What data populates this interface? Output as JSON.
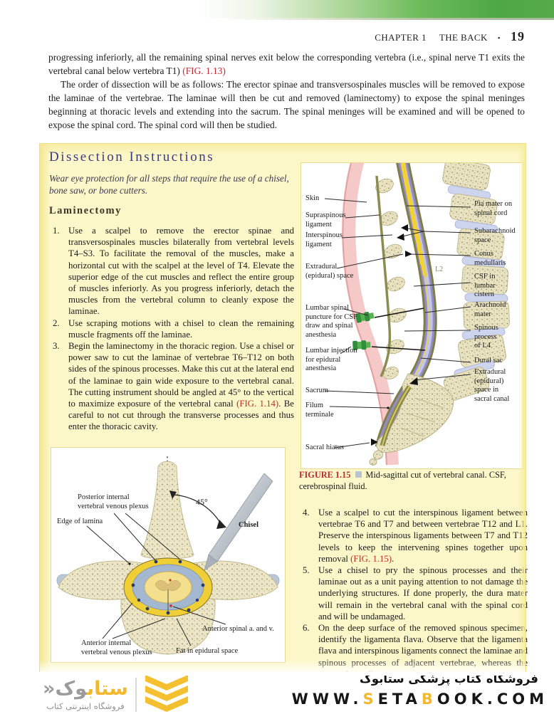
{
  "header": {
    "chapter": "CHAPTER 1",
    "title": "THE BACK",
    "bullet": "•",
    "page": "19"
  },
  "intro": {
    "p1": "progressing inferiorly, all the remaining spinal nerves exit below the corresponding vertebra (i.e., spinal nerve T1 exits the vertebral canal below vertebra T1) ",
    "p1_fig": "(FIG. 1.13)",
    "p2": "The order of dissection will be as follows: The erector spinae and transversospinales muscles will be removed to expose the laminae of the vertebrae. The laminae will then be cut and removed (laminectomy) to expose the spinal meninges beginning at thoracic levels and extending into the sacrum. The spinal meninges will be examined and will be opened to expose the spinal cord. The spinal cord will then be studied."
  },
  "box": {
    "title": "Dissection Instructions",
    "warning": "Wear eye protection for all steps that require the use of a chisel, bone saw, or bone cutters.",
    "section": "Laminectomy",
    "steps_left": [
      {
        "num": "1.",
        "pre": "Use a scalpel to remove the erector spinae and transversospinales muscles bilaterally from vertebral levels T4–S3. To facilitate the removal of the muscles, make a horizontal cut with the scalpel at the level of T4. Elevate the superior edge of the cut muscles and reflect the entire group of muscles inferiorly. As you progress inferiorly, detach the muscles from the vertebral column to cleanly expose the laminae.",
        "fig": "",
        "post": ""
      },
      {
        "num": "2.",
        "pre": "Use scraping motions with a chisel to clean the remaining muscle fragments off the laminae.",
        "fig": "",
        "post": ""
      },
      {
        "num": "3.",
        "pre": "Begin the laminectomy in the thoracic region. Use a chisel or power saw to cut the laminae of vertebrae T6–T12 on both sides of the spinous processes. Make this cut at the lateral end of the laminae to gain wide exposure to the vertebral canal. The cutting instrument should be angled at 45° to the vertical to maximize exposure of the vertebral canal ",
        "fig": "(FIG. 1.14)",
        "post": ". Be careful to not cut through the transverse processes and thus enter the thoracic cavity."
      }
    ],
    "steps_right": [
      {
        "num": "4.",
        "pre": "Use a scalpel to cut the interspinous ligament between vertebrae T6 and T7 and between vertebrae T12 and L1. Preserve the interspinous ligaments between T7 and T12 levels to keep the intervening spines together upon removal ",
        "fig": "(FIG. 1.15)",
        "post": "."
      },
      {
        "num": "5.",
        "pre": "Use a chisel to pry the spinous processes and their laminae out as a unit paying attention to not damage the underlying structures. If done properly, the dura mater will remain in the vertebral canal with the spinal cord and will be undamaged.",
        "fig": "",
        "post": ""
      },
      {
        "num": "6.",
        "pre": "On the deep surface of the removed spinous specimen, identify the ligamenta flava. Observe that the ligamenta flava and interspinous ligaments connect the laminae and spinous processes of adjacent vertebrae, whereas the supraspinous ligament connects",
        "fig": "",
        "post": ""
      }
    ]
  },
  "fig_sagittal": {
    "labels_left": {
      "skin": "Skin",
      "supraspinous": "Supraspinous\nligament",
      "interspinous": "Interspinous\nligament",
      "extradural": "Extradural\n(epidural) space",
      "puncture": "Lumbar spinal\npuncture for CSF\ndraw and spinal\nanesthesia",
      "injection": "Lumbar injection\nfor epidural\nanesthesia",
      "sacrum": "Sacrum",
      "filum": "Filum\nterminale",
      "hiatus": "Sacral hiatus"
    },
    "labels_right": {
      "pia": "Pia mater on\nspinal cord",
      "subarachnoid": "Subarachnoid\nspace",
      "conus": "Conus\nmedullaris",
      "csf": "CSF in\nlumbar\ncistern",
      "arachnoid": "Arachnoid\nmater",
      "spinous_l4": "Spinous\nprocess\nof L4",
      "dural": "Dural sac",
      "extradural_sacral": "Extradural\n(epidural)\nspace in\nsacral canal"
    },
    "vertebra_label": "L2"
  },
  "caption": {
    "label": "FIGURE 1.15",
    "text": "Mid-sagittal cut of vertebral canal. CSF, cerebrospinal fluid."
  },
  "fig_axial": {
    "posterior_plexus": "Posterior internal\nvertebral venous plexus",
    "edge_of_lamina": "Edge of lamina",
    "angle": "45°",
    "chisel": "Chisel",
    "anterior_plexus": "Anterior internal\nvertebral venous plexus",
    "fat": "Fat in epidural space",
    "anterior_spinal": "Anterior spinal a. and v."
  },
  "footer": {
    "title_fa": "فروشگاه کتاب پزشکی ستابوک",
    "url": {
      "w": "WWW.",
      "s": "S",
      "eta": "ETA",
      "b": "B",
      "rest": "OOK.COM"
    },
    "logo": {
      "guillemet": "«",
      "name_yellow": "ستاب",
      "name_gray": "وک",
      "tagline": "فروشگاه اینترنتی کتاب"
    }
  },
  "colors": {
    "accent_red": "#c12a30",
    "heading_purple": "#3d3a78",
    "brand_yellow": "#f2b92d",
    "green": "#4aa53e"
  }
}
